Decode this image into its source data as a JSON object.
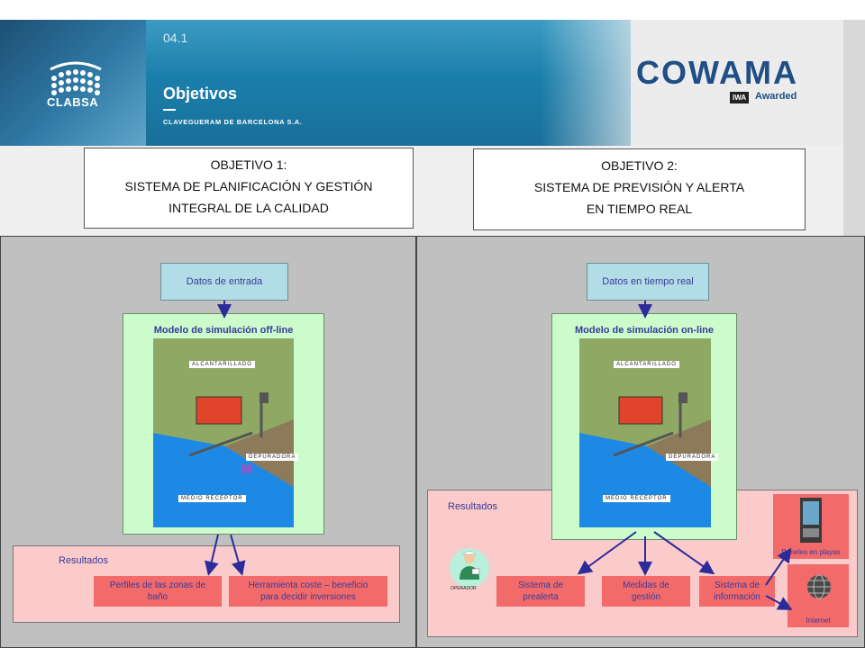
{
  "header": {
    "section_number": "04.1",
    "section_title": "Objetivos",
    "company": "CLAVEGUERAM DE BARCELONA S.A.",
    "logo_text": "CLABSA",
    "brand": "COWAMA",
    "badge": "IWA",
    "badge_suffix": "Awarded"
  },
  "objectives": [
    {
      "line1": "OBJETIVO 1:",
      "line2": "SISTEMA DE PLANIFICACIÓN Y GESTIÓN",
      "line3": "INTEGRAL DE LA CALIDAD"
    },
    {
      "line1": "OBJETIVO 2:",
      "line2": "SISTEMA DE PREVISIÓN Y ALERTA",
      "line3": "EN TIEMPO REAL"
    }
  ],
  "left_panel": {
    "input_label": "Datos de entrada",
    "model_title": "Modelo de simulación off-line",
    "scheme": {
      "top_label": "ALCANTARILLADO",
      "mid_label": "DEPURADORA",
      "bottom_label": "MEDIO RECEPTOR"
    },
    "results_title": "Resultados",
    "outputs": [
      {
        "line1": "Perfiles de las zonas de",
        "line2": "baño"
      },
      {
        "line1": "Herramienta coste – beneficio",
        "line2": "para decidir inversiones"
      }
    ]
  },
  "right_panel": {
    "input_label": "Datos en tiempo real",
    "model_title": "Modelo de simulación on-line",
    "scheme": {
      "top_label": "ALCANTARILLADO",
      "mid_label": "DEPURADORA",
      "bottom_label": "MEDIO RECEPTOR"
    },
    "results_title": "Resultados",
    "operator_label": "OPERADOR",
    "outputs": [
      {
        "line1": "Sistema de",
        "line2": "prealerta"
      },
      {
        "line1": "Medidas de",
        "line2": "gestión"
      },
      {
        "line1": "Sistema de",
        "line2": "información"
      }
    ],
    "channels": [
      {
        "label": "Paneles en playas"
      },
      {
        "label": "Internet"
      }
    ]
  },
  "colors": {
    "input_fill": "#b3dde6",
    "model_fill": "#ccfccc",
    "results_fill": "#fbcaca",
    "output_fill": "#f26a6a",
    "text_blue": "#3a3a9a",
    "arrow": "#2b2b9a"
  }
}
